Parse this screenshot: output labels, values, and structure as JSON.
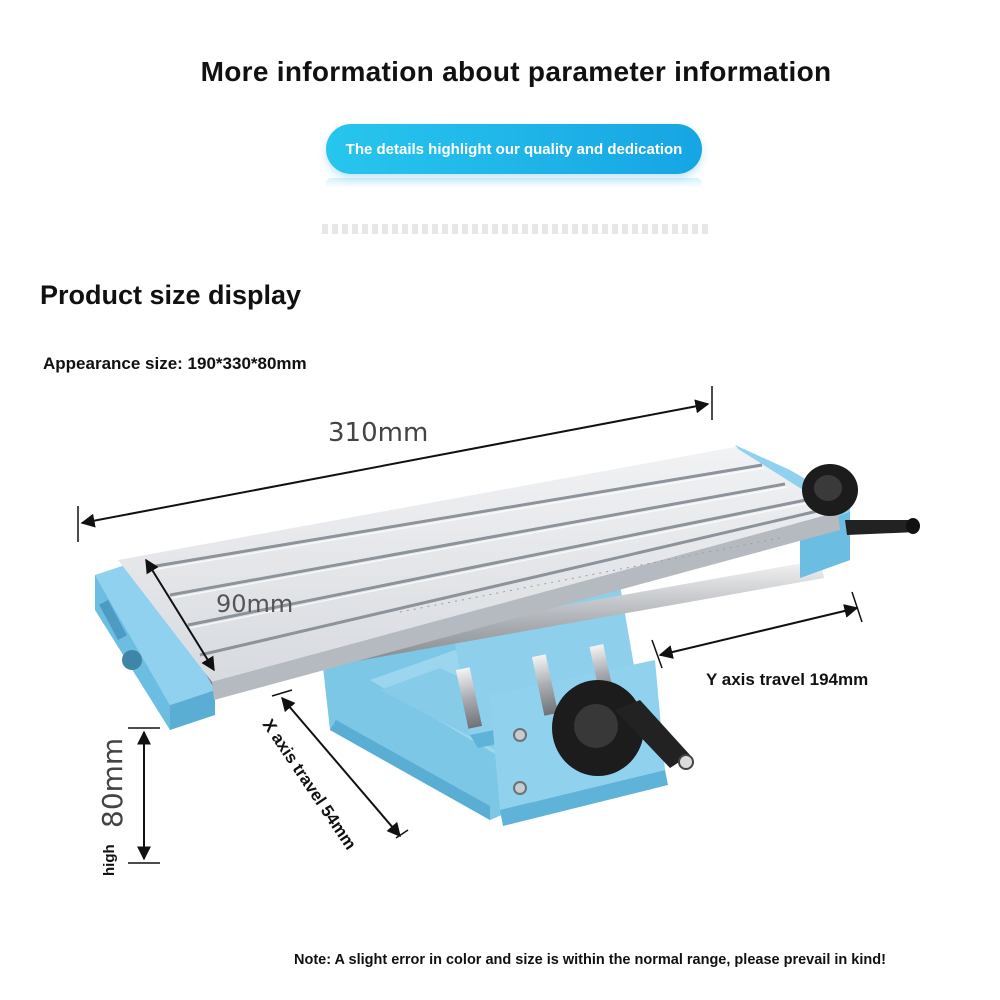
{
  "header": {
    "title": "More information about parameter information",
    "banner": "The details highlight our quality and dedication"
  },
  "section": {
    "title": "Product size display",
    "appearance": "Appearance size: 190*330*80mm"
  },
  "dimensions": {
    "length": "310mm",
    "width": "90mm",
    "y_travel": "Y axis travel 194mm",
    "x_travel": "X axis travel 54mm",
    "height_value": "80mm",
    "height_word": "high"
  },
  "note": "Note: A slight error in color and size is within the normal range, please prevail in kind!",
  "colors": {
    "body": "#8ad0ec",
    "body_dark": "#5fb3d8",
    "table_top": "#e6e8eb",
    "table_side": "#b9bec4",
    "knob": "#1c1c1c",
    "banner": "#1fb4e8"
  }
}
